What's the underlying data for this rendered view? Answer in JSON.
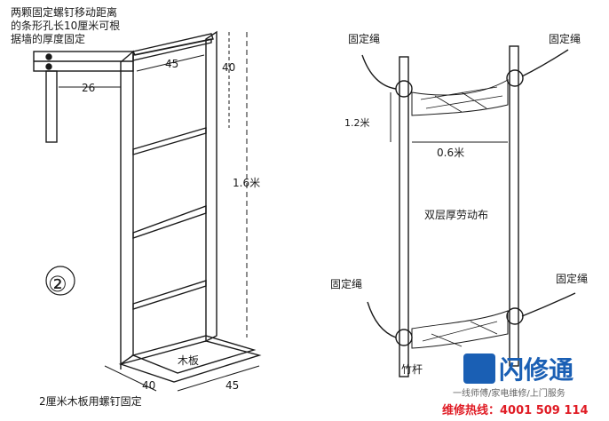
{
  "left_figure": {
    "note_lines": [
      "两颗固定螺钉移动距离",
      "的条形孔长10厘米可根",
      "据墙的厚度固定"
    ],
    "dim_45_top": "45",
    "dim_40_right": "40",
    "dim_26": "26",
    "dim_1_6m": "1.6米",
    "circle_number": "②",
    "board_label": "木板",
    "dim_40_bottom": "40",
    "dim_45_bottom": "45",
    "caption": "2厘米木板用螺钉固定"
  },
  "right_figure": {
    "rope_top_left": "固定绳",
    "rope_top_right": "固定绳",
    "rope_bottom_left": "固定绳",
    "rope_bottom_right": "固定绳",
    "dim_1_2m": "1.2米",
    "dim_0_6m": "0.6米",
    "cloth_label": "双层厚劳动布",
    "pole_label": "竹杆"
  },
  "watermark": {
    "brand": "闪修通",
    "slogan": "一线师傅/家电维修/上门服务",
    "hotline": "维修热线：4001 509 114"
  }
}
